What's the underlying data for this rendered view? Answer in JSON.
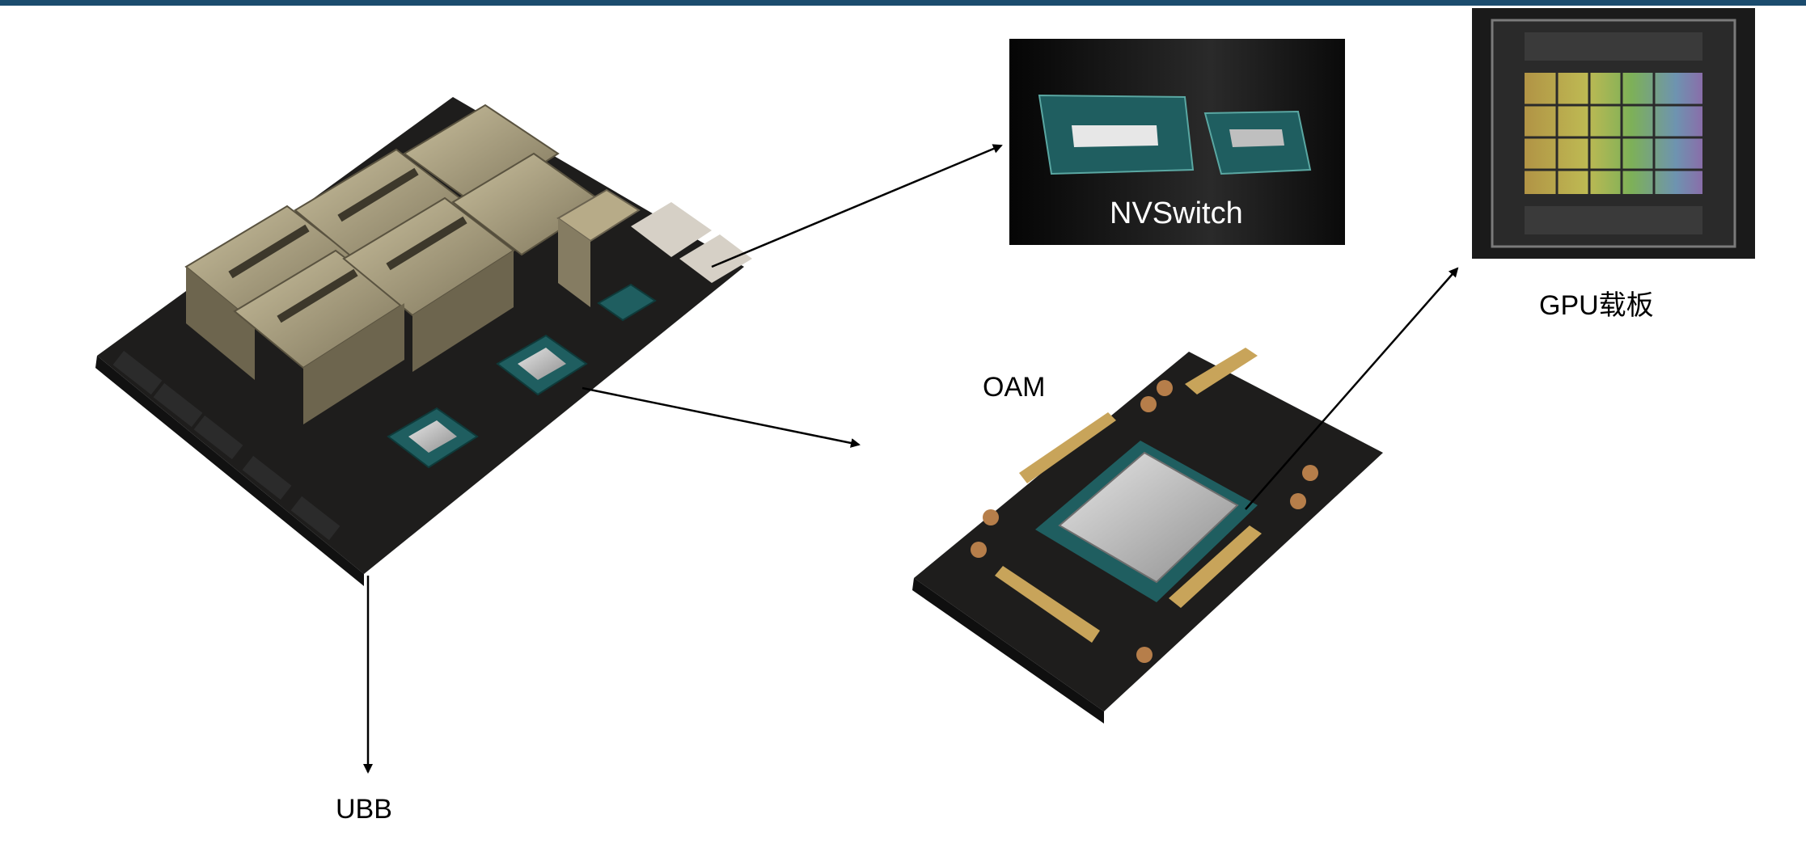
{
  "labels": {
    "nvswitch": "NVSwitch",
    "gpu_board": "GPU载板",
    "oam": "OAM",
    "ubb": "UBB"
  },
  "colors": {
    "accent_bar": "#1b4c6e",
    "pcb": "#1e1d1c",
    "heatsink": "#9c9274",
    "chip_green": "#1f5e60",
    "gold_connector": "#c8a45a"
  }
}
